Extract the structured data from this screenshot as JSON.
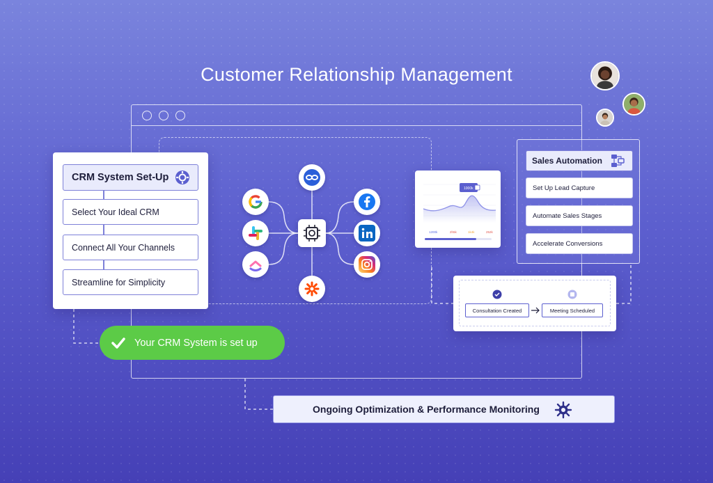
{
  "title": "Customer Relationship Management",
  "setup": {
    "heading": "CRM System Set-Up",
    "steps": [
      "Select Your Ideal CRM",
      "Connect All Your Channels",
      "Streamline for Simplicity"
    ]
  },
  "success_label": "Your CRM System is set up",
  "integrations": {
    "left": [
      "google-icon",
      "slack-icon",
      "clickup-icon"
    ],
    "right": [
      "facebook-icon",
      "linkedin-icon",
      "instagram-icon"
    ],
    "top": "sync-icon",
    "bottom": "zapier-icon",
    "hub": "ai-chip-icon"
  },
  "chart": {
    "tooltip": "1000k",
    "stats": [
      "1200k",
      "2h5k",
      "1k4k",
      "252k"
    ],
    "stat_colors": [
      "#5b6ee1",
      "#e2574c",
      "#f2a93b",
      "#e2574c"
    ]
  },
  "sales": {
    "heading": "Sales Automation",
    "items": [
      "Set Up Lead Capture",
      "Automate Sales Stages",
      "Accelerate Conversions"
    ]
  },
  "meeting": {
    "from": "Consultation Created",
    "to": "Meeting Scheduled"
  },
  "optimization_label": "Ongoing Optimization & Performance Monitoring",
  "colors": {
    "accent": "#5b5fcf",
    "success": "#5ccb47",
    "background_top": "#7a84dd",
    "background_bottom": "#4540b6"
  }
}
